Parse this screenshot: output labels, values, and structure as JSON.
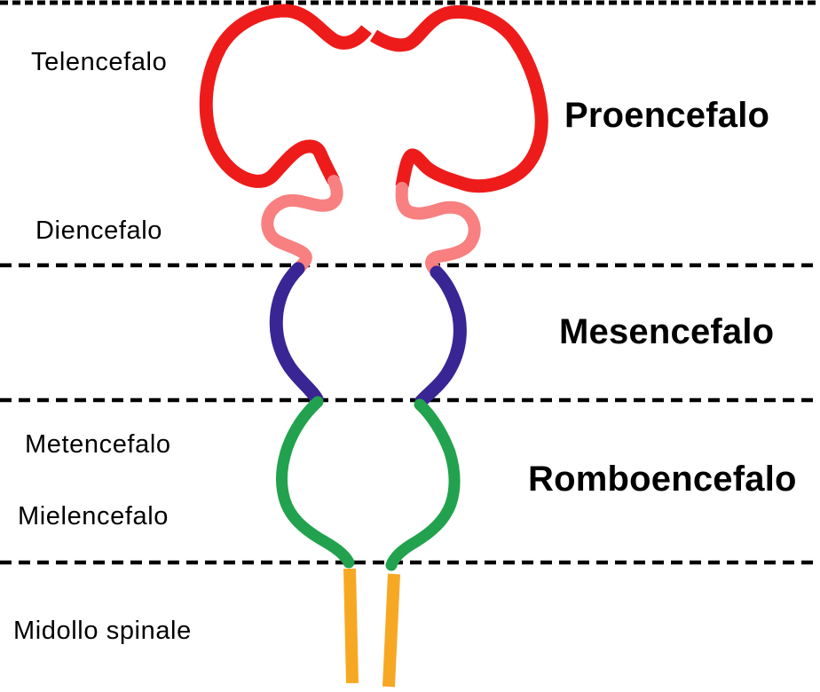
{
  "diagram": {
    "left_labels": [
      {
        "text": "Telencefalo"
      },
      {
        "text": "Diencefalo"
      },
      {
        "text": "Metencefalo"
      },
      {
        "text": "Mielencefalo"
      },
      {
        "text": "Midollo spinale"
      }
    ],
    "right_labels": [
      {
        "text": "Proencefalo"
      },
      {
        "text": "Mesencefalo"
      },
      {
        "text": "Romboencefalo"
      }
    ],
    "colors": {
      "telencefalo": "#EE1B1B",
      "diencefalo": "#F88080",
      "mesencefalo": "#392594",
      "romboencefalo": "#22A24E",
      "midollo_spinale": "#F7A823",
      "divider": "#000000",
      "background": "#FFFFFF",
      "label_text": "#000000"
    }
  }
}
